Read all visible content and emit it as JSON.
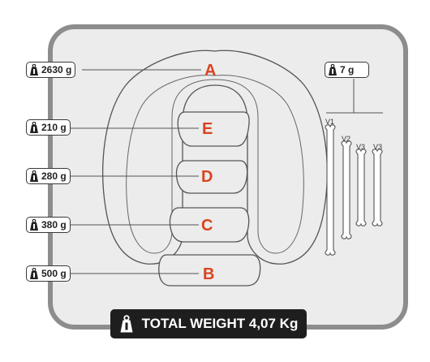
{
  "weights": {
    "A": "2630 g",
    "E": "210 g",
    "D": "280 g",
    "C": "380 g",
    "B": "500 g",
    "V": "7 g"
  },
  "letters": {
    "A": "A",
    "E": "E",
    "D": "D",
    "C": "C",
    "B": "B"
  },
  "stays": {
    "v1": "V1",
    "v2": "V2",
    "v3a": "V3",
    "v3b": "V3"
  },
  "total": "TOTAL WEIGHT 4,07 Kg",
  "colors": {
    "letter": "#d9441f",
    "frame": "#8d8d8d",
    "total_bg": "#1e1e1e"
  },
  "icons": {
    "weight": "weight-icon"
  }
}
